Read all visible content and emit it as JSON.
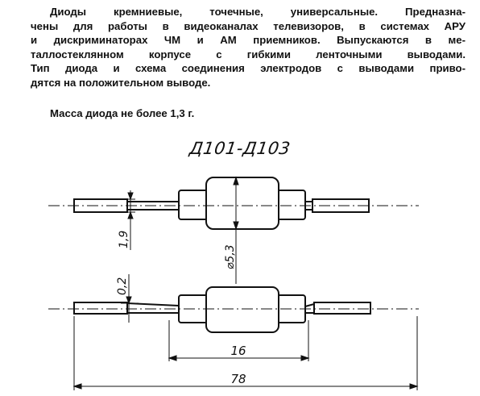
{
  "description": {
    "lines": [
      "Диоды кремниевые, точечные, универсальные. Предназна-",
      "чены для работы в видеоканалах телевизоров, в системах АРУ",
      "и дискриминаторах ЧМ и АМ приемников. Выпускаются в ме-",
      "таллостеклянном корпусе с гибкими ленточными выводами.",
      "Тип диода и схема соединения электродов с выводами приво-",
      "дятся на положительном выводе."
    ],
    "mass": "Масса диода не более 1,3 г."
  },
  "drawing": {
    "title": "Д101-Д103",
    "dimensions": {
      "lead_thickness": "1,9",
      "body_diameter": "⌀5,3",
      "ribbon_thickness": "0,2",
      "body_length": "16",
      "total_length": "78"
    }
  }
}
